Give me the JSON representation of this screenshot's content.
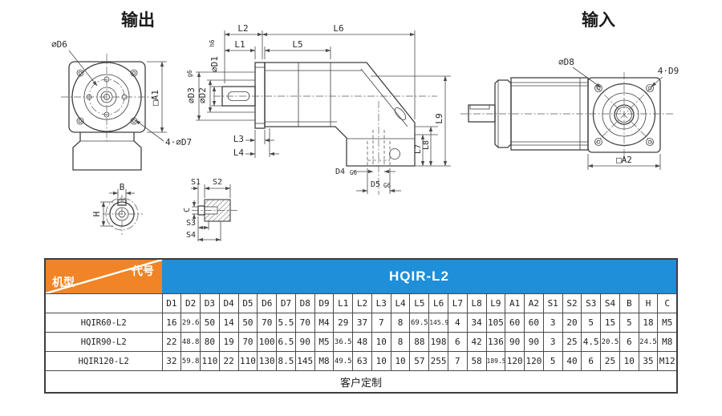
{
  "titles": {
    "output": "输出",
    "input": "输入"
  },
  "labels": {
    "front": {
      "d6": "∅D6",
      "a1": "□A1",
      "d7": "4·∅D7"
    },
    "side": {
      "l1": "L1",
      "l2": "L2",
      "l3": "L3",
      "l4": "L4",
      "l5": "L5",
      "l6": "L6",
      "l7": "L7",
      "l8": "L8",
      "l9": "L9",
      "d1": "∅D1",
      "d1_tol": "h6",
      "d2": "∅D2",
      "d3": "∅D3",
      "d3_tol": "g6",
      "d4": "D4",
      "d4_tol": "G6",
      "d5": "D5",
      "d5_tol": "G6"
    },
    "shaft_detail": {
      "b": "B",
      "h": "H"
    },
    "section_detail": {
      "s1": "S1",
      "s2": "S2",
      "s3": "S3",
      "s4": "S4",
      "c": "C"
    },
    "input": {
      "d8": "∅D8",
      "d9": "4·D9",
      "a2": "□A2"
    }
  },
  "table": {
    "corner_top": "代号",
    "corner_bottom": "机型",
    "series_title": "HQIR-L2",
    "columns": [
      "D1",
      "D2",
      "D3",
      "D4",
      "D5",
      "D6",
      "D7",
      "D8",
      "D9",
      "L1",
      "L2",
      "L3",
      "L4",
      "L5",
      "L6",
      "L7",
      "L8",
      "L9",
      "A1",
      "A2",
      "S1",
      "S2",
      "S3",
      "S4",
      "B",
      "H",
      "C"
    ],
    "rows": [
      {
        "model": "HQIR60-L2",
        "values": [
          "16",
          "29.6",
          "50",
          "14",
          "50",
          "70",
          "5.5",
          "70",
          "M4",
          "29",
          "37",
          "7",
          "8",
          "69.5",
          "145.9",
          "4",
          "34",
          "105",
          "60",
          "60",
          "3",
          "20",
          "5",
          "15",
          "5",
          "18",
          "M5"
        ]
      },
      {
        "model": "HQIR90-L2",
        "values": [
          "22",
          "48.8",
          "80",
          "19",
          "70",
          "100",
          "6.5",
          "90",
          "M5",
          "36.5",
          "48",
          "10",
          "8",
          "88",
          "198",
          "6",
          "42",
          "136",
          "90",
          "90",
          "3",
          "25",
          "4.5",
          "20.5",
          "6",
          "24.5",
          "M8"
        ]
      },
      {
        "model": "HQIR120-L2",
        "values": [
          "32",
          "59.8",
          "110",
          "22",
          "110",
          "130",
          "8.5",
          "145",
          "M8",
          "49.5",
          "63",
          "10",
          "10",
          "57",
          "255",
          "7",
          "58",
          "189.5",
          "120",
          "120",
          "5",
          "40",
          "6",
          "25",
          "10",
          "35",
          "M12"
        ]
      }
    ],
    "footer": "客户定制"
  },
  "colors": {
    "orange": "#F08426",
    "blue": "#1E8FD8",
    "line": "#3f3f3f"
  }
}
